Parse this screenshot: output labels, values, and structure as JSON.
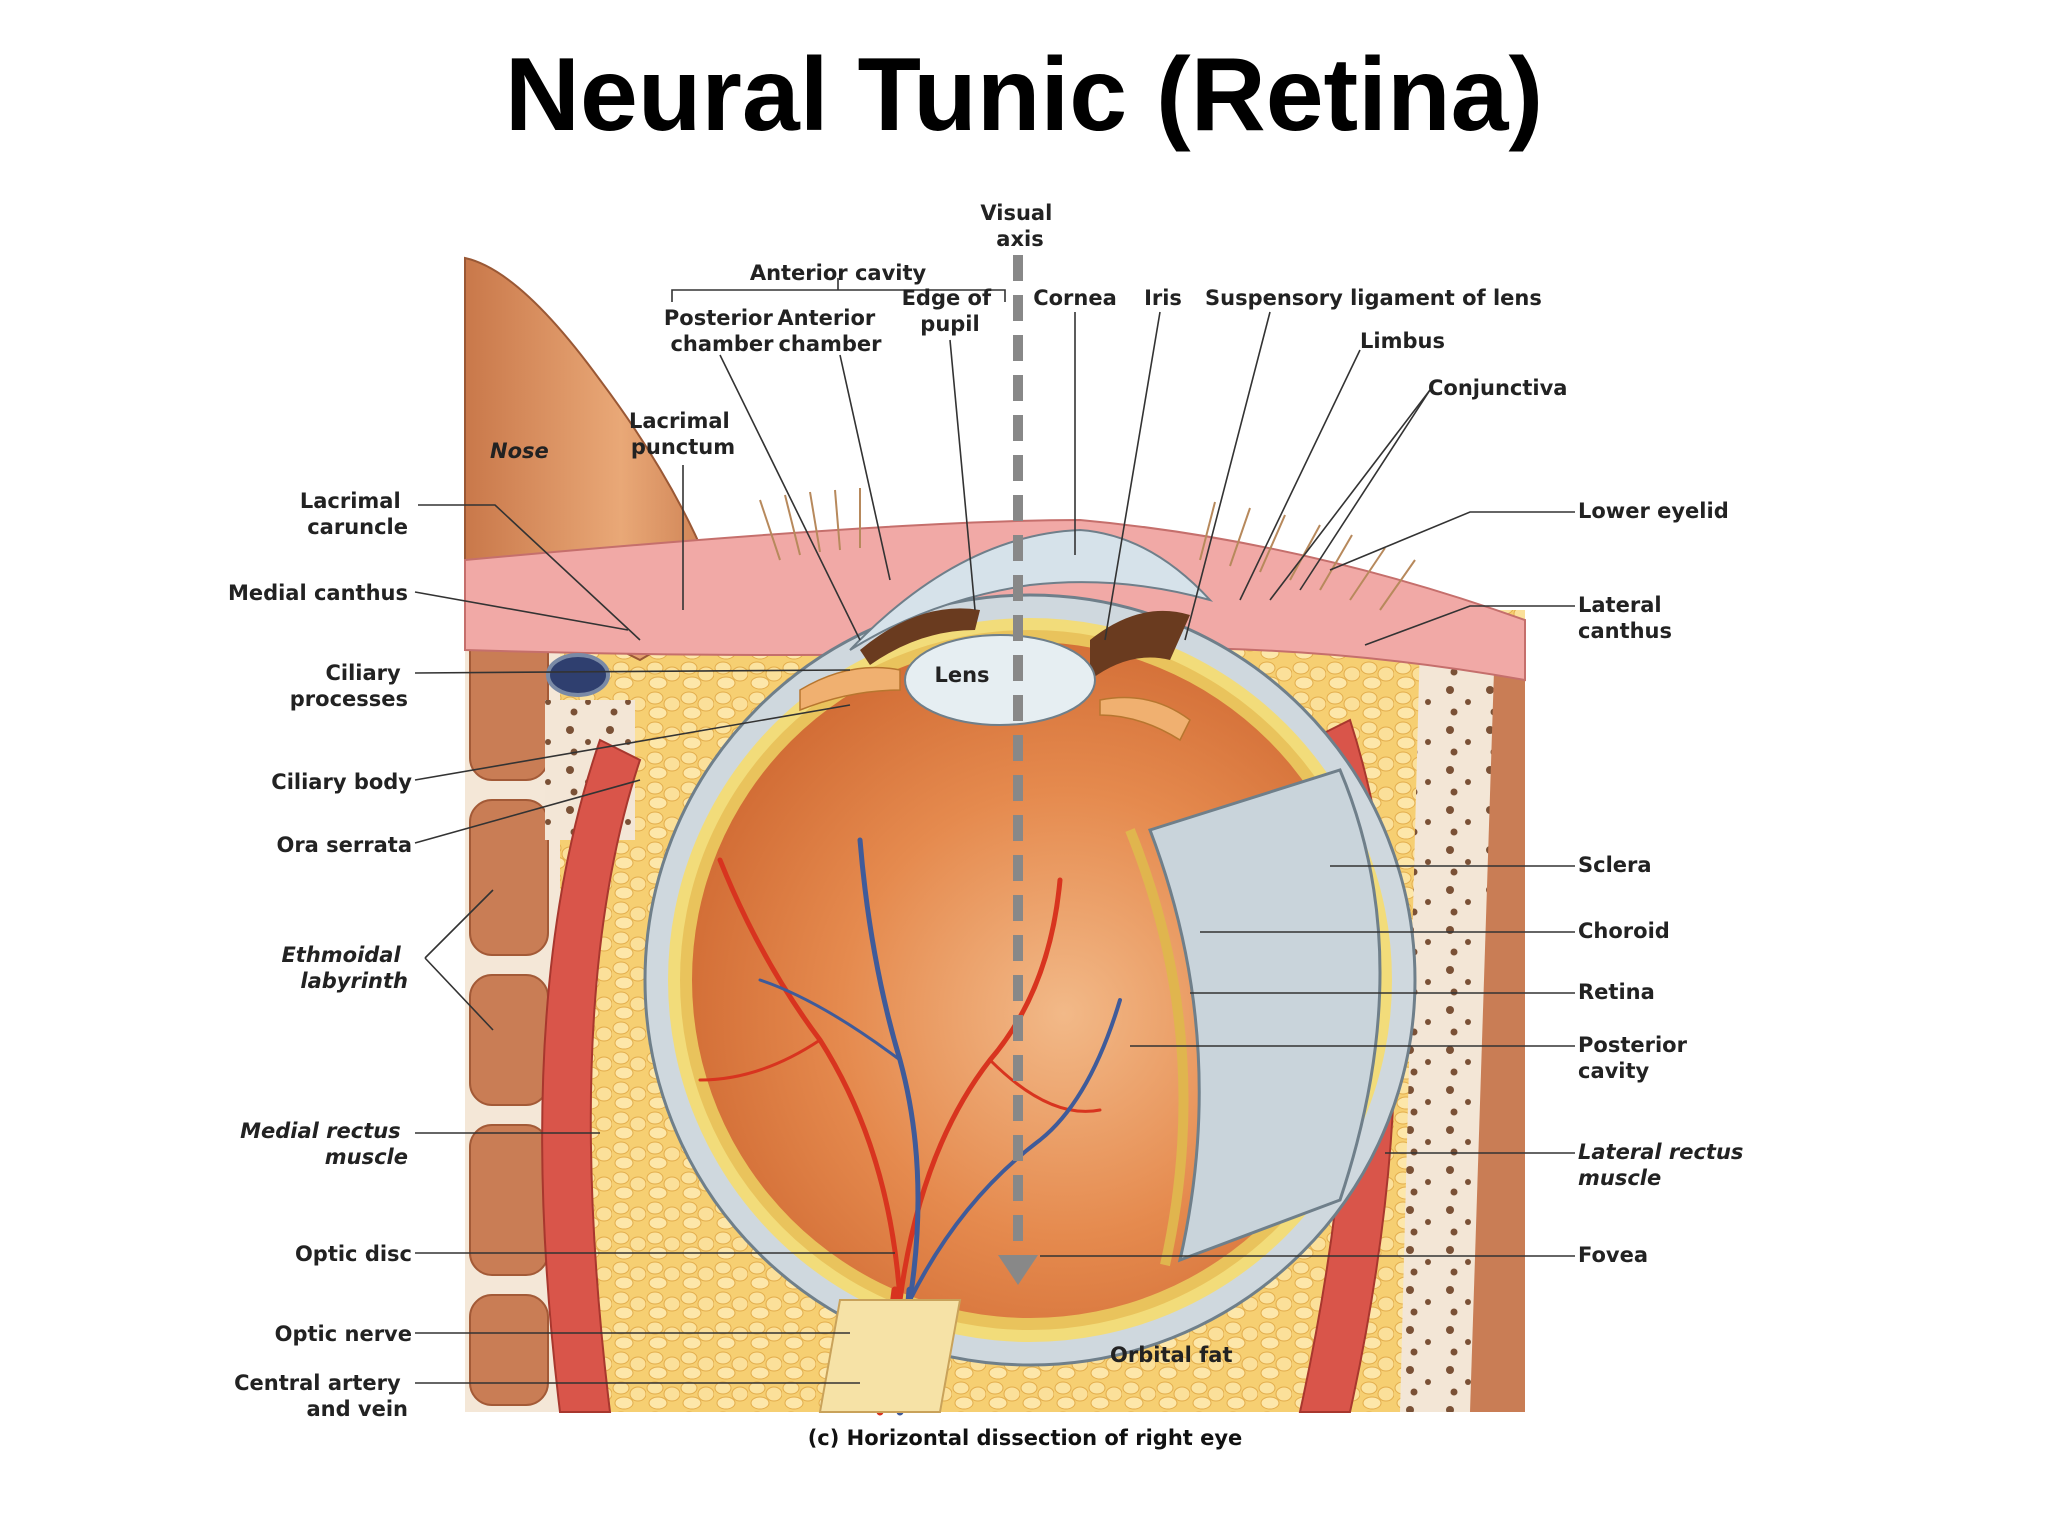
{
  "title": "Neural Tunic (Retina)",
  "caption": "(c) Horizontal dissection of right eye",
  "labels": {
    "visual_axis": [
      "Visual",
      "axis"
    ],
    "anterior_cavity": "Anterior cavity",
    "posterior_chamber": [
      "Posterior",
      "chamber"
    ],
    "anterior_chamber": [
      "Anterior",
      "chamber"
    ],
    "edge_of_pupil": [
      "Edge of",
      "pupil"
    ],
    "cornea": "Cornea",
    "iris": "Iris",
    "suspensory_ligament": "Suspensory ligament of lens",
    "limbus": "Limbus",
    "conjunctiva": "Conjunctiva",
    "lacrimal_punctum": [
      "Lacrimal",
      "punctum"
    ],
    "nose": "Nose",
    "lacrimal_caruncle": [
      "Lacrimal",
      "caruncle"
    ],
    "medial_canthus": "Medial canthus",
    "ciliary_processes": [
      "Ciliary",
      "processes"
    ],
    "ciliary_body": "Ciliary body",
    "ora_serrata": "Ora serrata",
    "ethmoidal_labyrinth": [
      "Ethmoidal",
      "labyrinth"
    ],
    "medial_rectus": [
      "Medial rectus",
      "muscle"
    ],
    "optic_disc": "Optic disc",
    "optic_nerve": "Optic nerve",
    "central_artery": [
      "Central artery",
      "and vein"
    ],
    "lens": "Lens",
    "lower_eyelid": "Lower eyelid",
    "lateral_canthus": [
      "Lateral",
      "canthus"
    ],
    "sclera": "Sclera",
    "choroid": "Choroid",
    "retina": "Retina",
    "posterior_cavity": [
      "Posterior",
      "cavity"
    ],
    "lateral_rectus": [
      "Lateral rectus",
      "muscle"
    ],
    "fovea": "Fovea",
    "orbital_fat": "Orbital fat"
  }
}
